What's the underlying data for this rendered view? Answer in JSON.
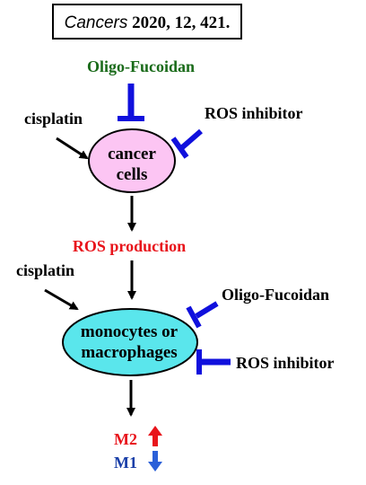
{
  "citation": {
    "journal": "Cancers",
    "rest": " 2020, 12, 421."
  },
  "labels": {
    "oligo_top": "Oligo-Fucoidan",
    "cisplatin_top": "cisplatin",
    "ros_inhibitor_top": "ROS inhibitor",
    "ros_production": "ROS production",
    "cisplatin_bottom": "cisplatin",
    "oligo_bottom": "Oligo-Fucoidan",
    "ros_inhibitor_bottom": "ROS inhibitor"
  },
  "nodes": {
    "cancer": {
      "line1": "cancer",
      "line2": "cells"
    },
    "monocytes": {
      "line1": "monocytes or",
      "line2": "macrophages"
    }
  },
  "outcomes": {
    "m2": "M2",
    "m1": "M1"
  },
  "colors": {
    "oligo_green": "#1a6b1a",
    "ros_red": "#e8141b",
    "inhibit_blue": "#1010dd",
    "cancer_fill": "#fcc5f3",
    "monocyte_fill": "#5ae6ec",
    "m1_blue": "#1a3fa8",
    "down_arrow_blue": "#2a5fd8"
  }
}
